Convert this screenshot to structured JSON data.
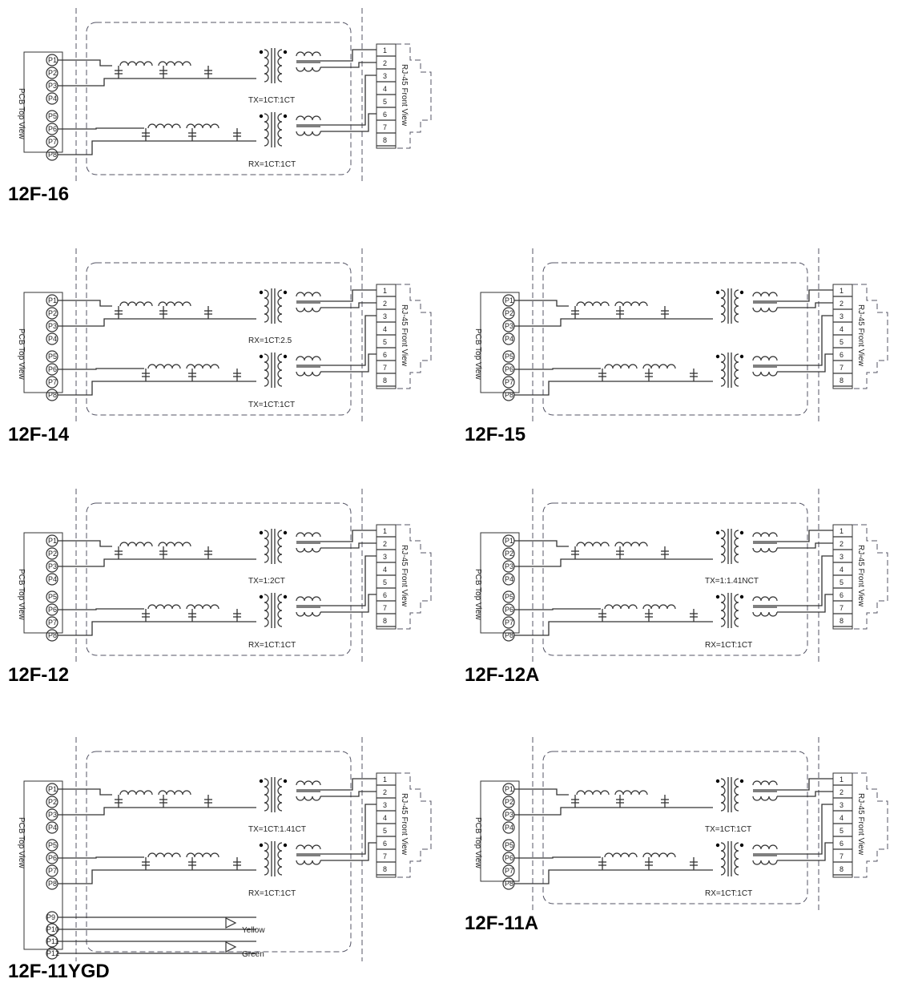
{
  "diagrams": [
    {
      "id": "d16",
      "title": "12F-16",
      "pcb_label": "PCB Top View",
      "rj_label": "RJ-45 Front View",
      "pcb_pins": [
        "P1",
        "P2",
        "P3",
        "P4",
        "P5",
        "P6",
        "P7",
        "P8"
      ],
      "rj_pins": [
        "1",
        "2",
        "3",
        "4",
        "5",
        "6",
        "7",
        "8"
      ],
      "top_xfmr": "TX=1CT:1CT",
      "bottom_xfmr": "RX=1CT:1CT",
      "led_pins": [],
      "led_labels": []
    },
    {
      "id": "d14",
      "title": "12F-14",
      "pcb_label": "PCB Top View",
      "rj_label": "RJ-45 Front View",
      "pcb_pins": [
        "P1",
        "P2",
        "P3",
        "P4",
        "P5",
        "P6",
        "P7",
        "P8"
      ],
      "rj_pins": [
        "1",
        "2",
        "3",
        "4",
        "5",
        "6",
        "7",
        "8"
      ],
      "top_xfmr": "RX=1CT:2.5",
      "bottom_xfmr": "TX=1CT:1CT",
      "led_pins": [],
      "led_labels": []
    },
    {
      "id": "d15",
      "title": "12F-15",
      "pcb_label": "PCB Top View",
      "rj_label": "RJ-45 Front View",
      "pcb_pins": [
        "P1",
        "P2",
        "P3",
        "P4",
        "P5",
        "P6",
        "P7",
        "P8"
      ],
      "rj_pins": [
        "1",
        "2",
        "3",
        "4",
        "5",
        "6",
        "7",
        "8"
      ],
      "top_xfmr": "",
      "bottom_xfmr": "",
      "led_pins": [],
      "led_labels": []
    },
    {
      "id": "d12",
      "title": "12F-12",
      "pcb_label": "PCB Top View",
      "rj_label": "RJ-45 Front View",
      "pcb_pins": [
        "P1",
        "P2",
        "P3",
        "P4",
        "P5",
        "P6",
        "P7",
        "P8"
      ],
      "rj_pins": [
        "1",
        "2",
        "3",
        "4",
        "5",
        "6",
        "7",
        "8"
      ],
      "top_xfmr": "TX=1:2CT",
      "bottom_xfmr": "RX=1CT:1CT",
      "led_pins": [],
      "led_labels": []
    },
    {
      "id": "d12a",
      "title": "12F-12A",
      "pcb_label": "PCB Top View",
      "rj_label": "RJ-45 Front View",
      "pcb_pins": [
        "P1",
        "P2",
        "P3",
        "P4",
        "P5",
        "P6",
        "P7",
        "P8"
      ],
      "rj_pins": [
        "1",
        "2",
        "3",
        "4",
        "5",
        "6",
        "7",
        "8"
      ],
      "top_xfmr": "TX=1:1.41NCT",
      "bottom_xfmr": "RX=1CT:1CT",
      "led_pins": [],
      "led_labels": []
    },
    {
      "id": "d11ygd",
      "title": "12F-11YGD",
      "pcb_label": "PCB Top View",
      "rj_label": "RJ-45 Front View",
      "pcb_pins": [
        "P1",
        "P2",
        "P3",
        "P4",
        "P5",
        "P6",
        "P7",
        "P8"
      ],
      "rj_pins": [
        "1",
        "2",
        "3",
        "4",
        "5",
        "6",
        "7",
        "8"
      ],
      "top_xfmr": "TX=1CT:1.41CT",
      "bottom_xfmr": "RX=1CT:1CT",
      "led_pins": [
        "P9",
        "P10",
        "P11",
        "P12"
      ],
      "led_labels": [
        "Yellow",
        "Green"
      ]
    },
    {
      "id": "d11a",
      "title": "12F-11A",
      "pcb_label": "PCB Top View",
      "rj_label": "RJ-45 Front View",
      "pcb_pins": [
        "P1",
        "P2",
        "P3",
        "P4",
        "P5",
        "P6",
        "P7",
        "P8"
      ],
      "rj_pins": [
        "1",
        "2",
        "3",
        "4",
        "5",
        "6",
        "7",
        "8"
      ],
      "top_xfmr": "TX=1CT:1CT",
      "bottom_xfmr": "RX=1CT:1CT",
      "led_pins": [],
      "led_labels": []
    }
  ]
}
